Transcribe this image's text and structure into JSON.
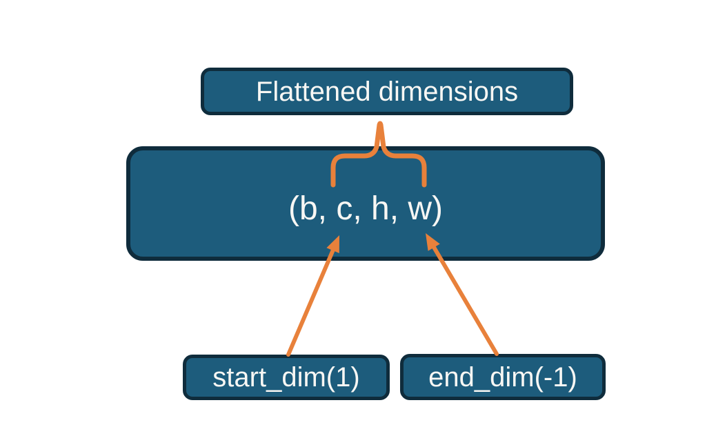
{
  "diagram": {
    "boxes": {
      "flattened": {
        "label": "Flattened dimensions"
      },
      "tensor": {
        "label": "(b, c, h, w)"
      },
      "start_dim": {
        "label": "start_dim(1)"
      },
      "end_dim": {
        "label": "end_dim(-1)"
      }
    },
    "connectors": {
      "brace": "curly-brace from Flattened dimensions box spanning (c, h) region of tensor",
      "start_arrow": "arrow from start_dim(1) box to dimension c",
      "end_arrow": "arrow from end_dim(-1) box to dimension w"
    },
    "colors": {
      "box_fill": "#1d5c7c",
      "box_border": "#0f2c3c",
      "accent_orange": "#e8813b",
      "text": "#f8f7f4",
      "background": "#ffffff"
    }
  }
}
